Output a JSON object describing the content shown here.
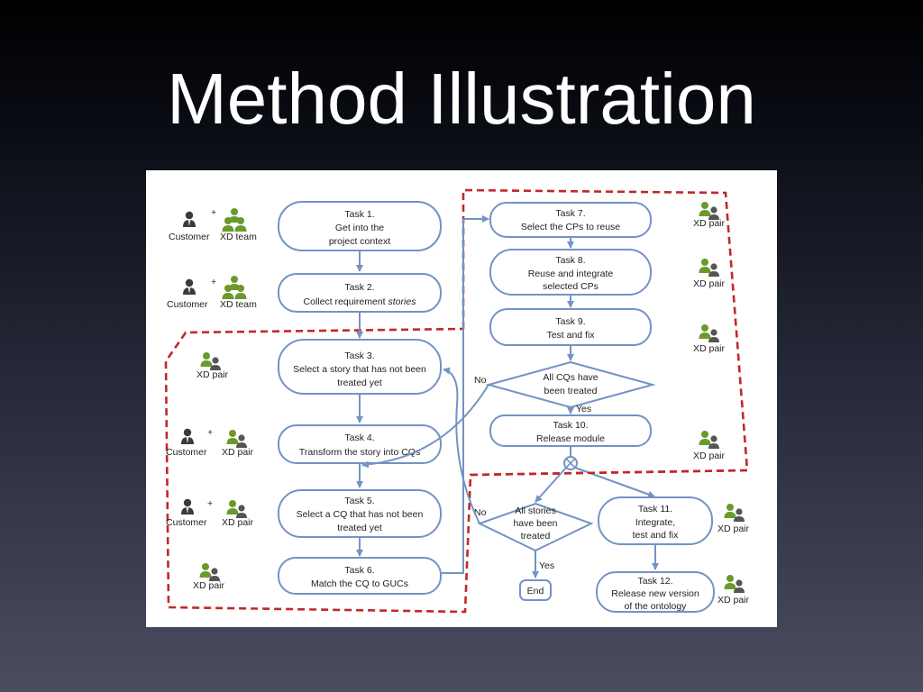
{
  "slide": {
    "title": "Method Illustration"
  },
  "colors": {
    "box_stroke": "#7393c4",
    "dashed_border": "#c0282a",
    "xd_icon": "#6a9a2a",
    "customer_icon": "#3a3a3a"
  },
  "actors": {
    "customer": "Customer",
    "xd_team": "XD team",
    "xd_pair": "XD pair",
    "plus": "+"
  },
  "tasks": {
    "t1": {
      "num": "Task 1.",
      "l1": "Get into the",
      "l2": "project context"
    },
    "t2": {
      "num": "Task 2.",
      "l1": "Collect requirement ",
      "l1_em": "stories"
    },
    "t3": {
      "num": "Task 3.",
      "l1": "Select a story that has not been",
      "l2": "treated yet"
    },
    "t4": {
      "num": "Task 4.",
      "l1": "Transform the story into CQs"
    },
    "t5": {
      "num": "Task 5.",
      "l1": "Select a CQ that has not been",
      "l2": "treated yet"
    },
    "t6": {
      "num": "Task 6.",
      "l1": "Match the CQ to GUCs"
    },
    "t7": {
      "num": "Task 7.",
      "l1": "Select the CPs to reuse"
    },
    "t8": {
      "num": "Task 8.",
      "l1": "Reuse and integrate",
      "l2": "selected CPs"
    },
    "t9": {
      "num": "Task 9.",
      "l1": "Test and fix"
    },
    "t10": {
      "num": "Task 10.",
      "l1": "Release module"
    },
    "t11": {
      "num": "Task 11.",
      "l1": "Integrate,",
      "l2": "test and fix"
    },
    "t12": {
      "num": "Task 12.",
      "l1": "Release new version",
      "l2": "of the ontology"
    }
  },
  "decisions": {
    "d1": {
      "l1": "All CQs have",
      "l2": "been treated",
      "yes": "Yes",
      "no": "No"
    },
    "d2": {
      "l1": "All stories",
      "l2": "have been",
      "l3": "treated",
      "yes": "Yes",
      "no": "No"
    }
  },
  "end_label": "End"
}
